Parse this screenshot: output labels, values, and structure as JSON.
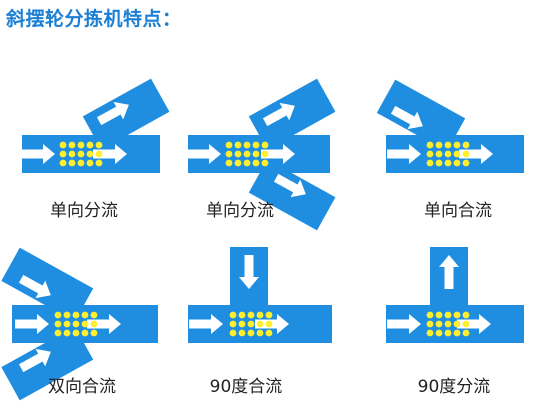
{
  "title": "斜摆轮分拣机特点：",
  "colors": {
    "title": "#1b7fd4",
    "belt": "#1f8ee0",
    "arrow": "#ffffff",
    "wheel": "#ffef2e",
    "label": "#222222"
  },
  "diagrams": [
    {
      "id": "d1",
      "label": "单向分流"
    },
    {
      "id": "d2",
      "label": "单向分流"
    },
    {
      "id": "d3",
      "label": "单向合流"
    },
    {
      "id": "d4",
      "label": "双向合流"
    },
    {
      "id": "d5",
      "label": "90度合流"
    },
    {
      "id": "d6",
      "label": "90度分流"
    }
  ],
  "icons": {
    "flow": "flow-arrow-icon",
    "wheels": "swivel-wheel-matrix-icon"
  }
}
